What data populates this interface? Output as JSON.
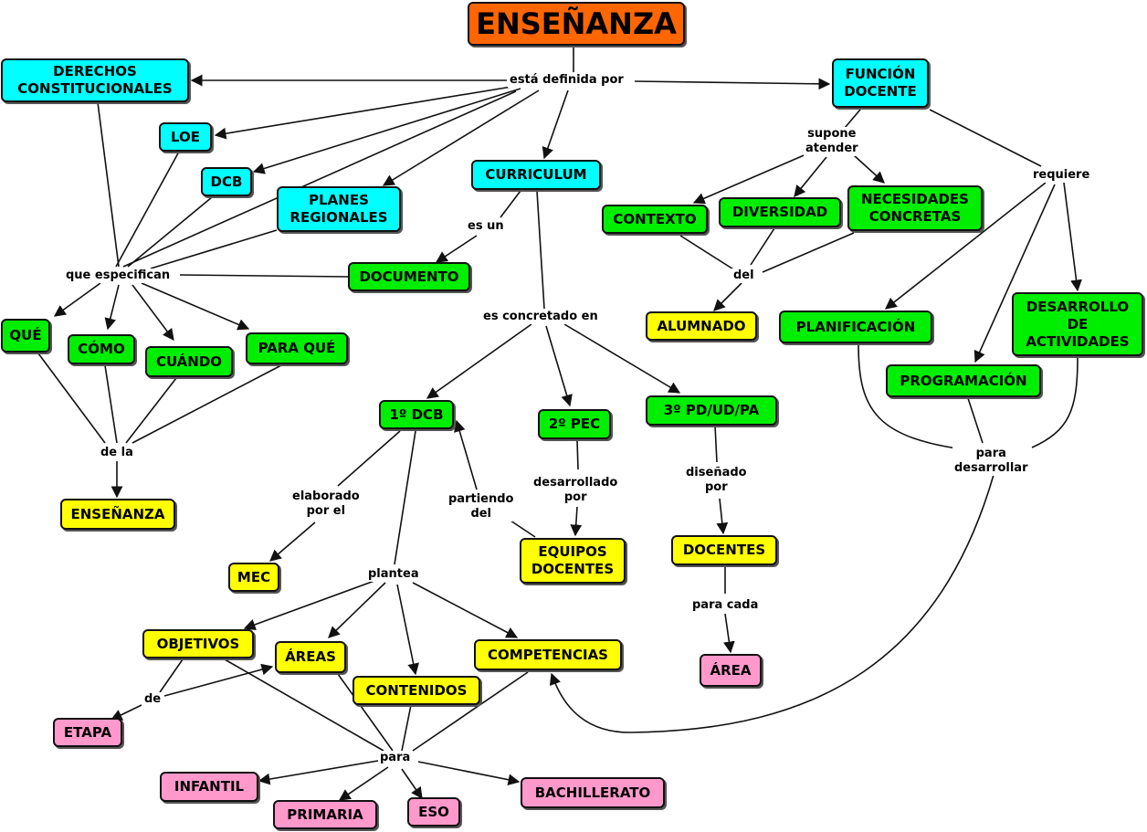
{
  "colors": {
    "title": "#ff6600",
    "cyan": "#00ffff",
    "green": "#00ee00",
    "yellow": "#ffff00",
    "pink": "#ff99cc",
    "stroke": "#111111"
  },
  "nodes": {
    "ensenanza_title": "ENSEÑANZA",
    "derechos": "DERECHOS\nCONSTITUCIONALES",
    "funcion": "FUNCIÓN\nDOCENTE",
    "loe": "LOE",
    "dcb": "DCB",
    "planes": "PLANES\nREGIONALES",
    "curriculum": "CURRICULUM",
    "documento": "DOCUMENTO",
    "contexto": "CONTEXTO",
    "diversidad": "DIVERSIDAD",
    "necesidades": "NECESIDADES\nCONCRETAS",
    "alumnado": "ALUMNADO",
    "planificacion": "PLANIFICACIÓN",
    "desarrollo": "DESARROLLO\nDE\nACTIVIDADES",
    "programacion": "PROGRAMACIÓN",
    "que": "QUÉ",
    "como": "CÓMO",
    "cuando": "CUÁNDO",
    "paraque": "PARA QUÉ",
    "ensenanza_bottom": "ENSEÑANZA",
    "dcb1": "1º DCB",
    "pec2": "2º PEC",
    "pd3": "3º PD/UD/PA",
    "mec": "MEC",
    "equipos": "EQUIPOS\nDOCENTES",
    "docentes": "DOCENTES",
    "area": "ÁREA",
    "objetivos": "OBJETIVOS",
    "areas": "ÁREAS",
    "contenidos": "CONTENIDOS",
    "competencias": "COMPETENCIAS",
    "etapa": "ETAPA",
    "infantil": "INFANTIL",
    "primaria": "PRIMARIA",
    "eso": "ESO",
    "bachillerato": "BACHILLERATO"
  },
  "labels": {
    "esta_definida": "está definida por",
    "supone": "supone\natender",
    "requiere": "requiere",
    "es_un": "es un",
    "que_especifican": "que especifican",
    "del": "del",
    "es_concretado": "es concretado en",
    "de_la": "de la",
    "para_desarrollar": "para\ndesarrollar",
    "elaborado": "elaborado\npor el",
    "partiendo": "partiendo\ndel",
    "desarrollado": "desarrollado\npor",
    "disenado": "diseñado\npor",
    "plantea": "plantea",
    "para_cada": "para cada",
    "de": "de",
    "para": "para"
  }
}
